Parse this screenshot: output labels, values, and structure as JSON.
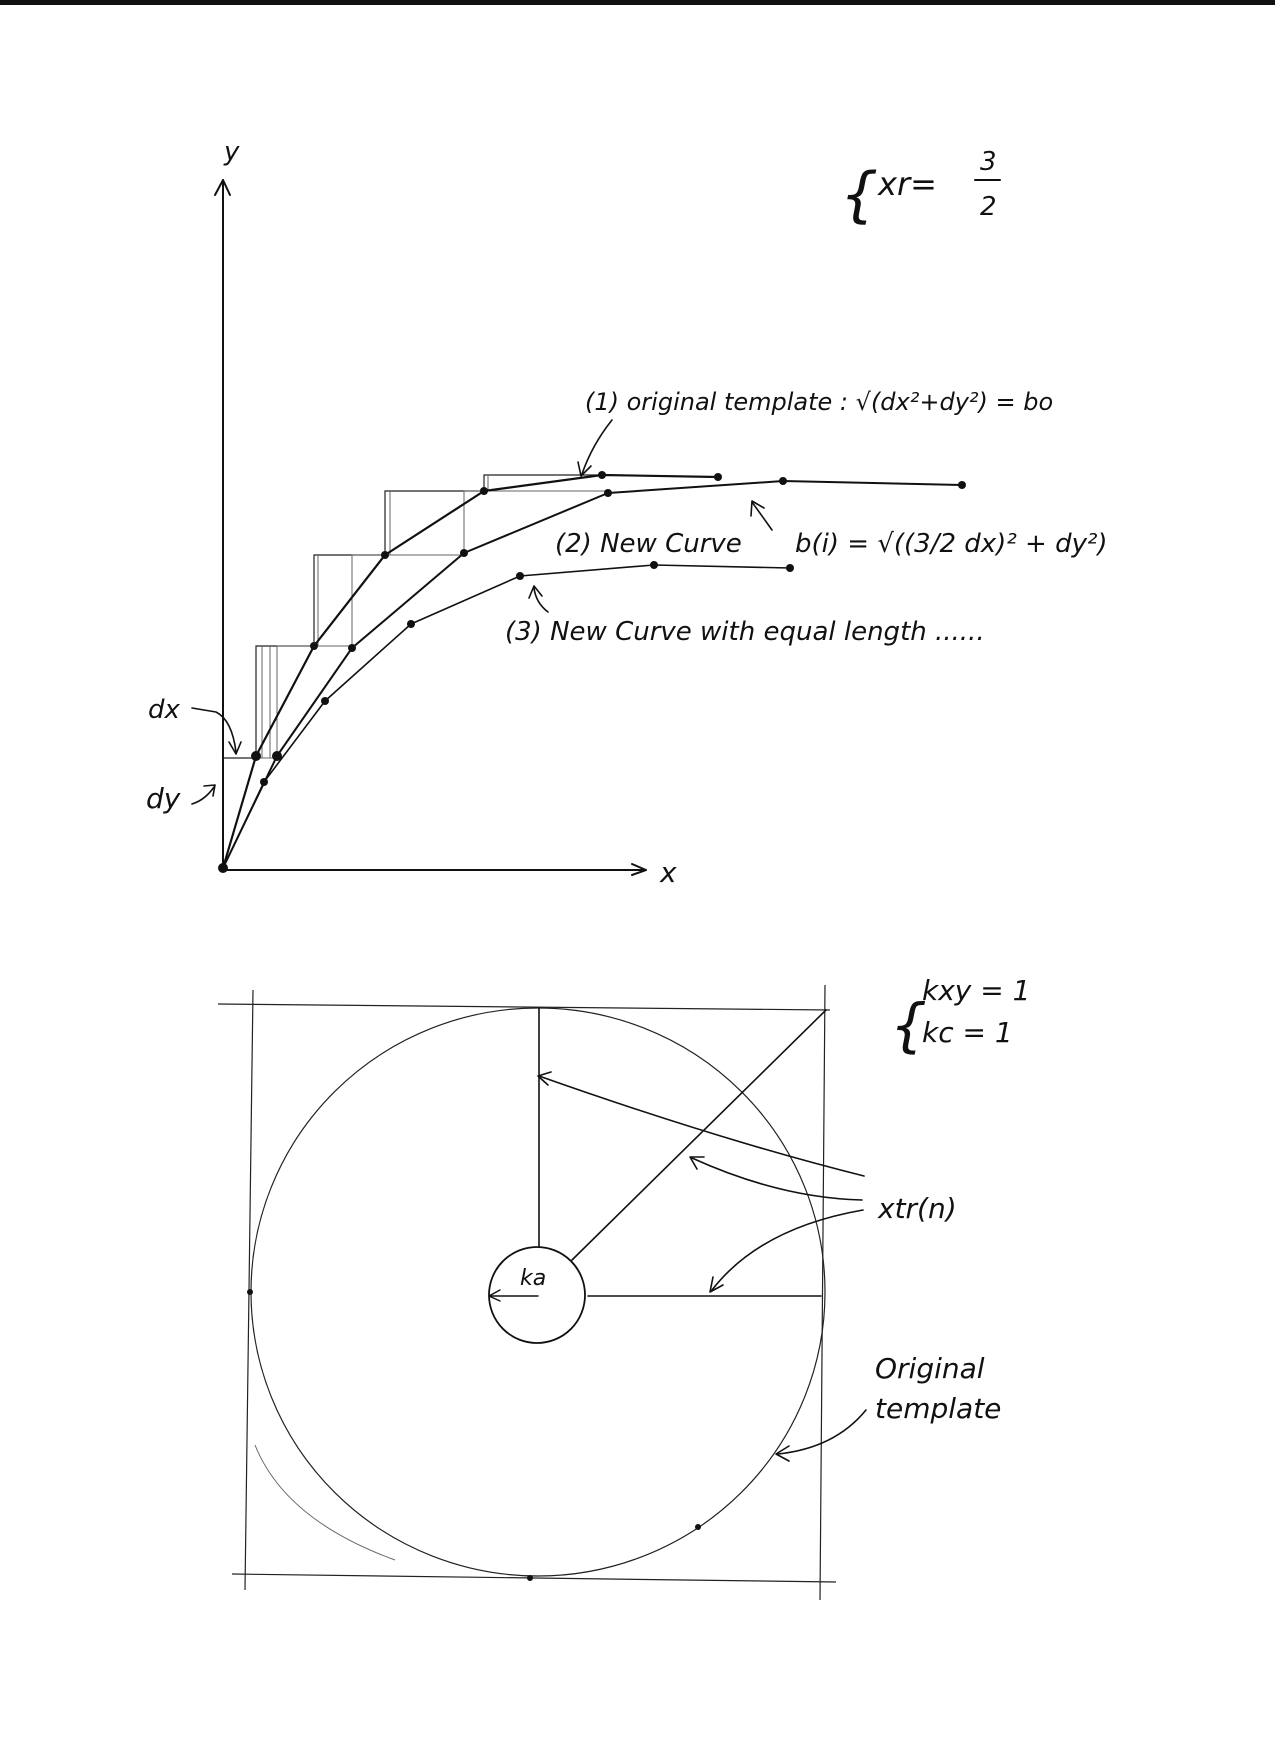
{
  "top_figure": {
    "axis_y_label": "y",
    "axis_x_label": "x",
    "ratio_line": "{ xr= 3/2",
    "ratio_lhs": "xr=",
    "ratio_num": "3",
    "ratio_den": "2",
    "label_dx": "dx",
    "label_dy": "dy",
    "curve1_label": "(1) original template : √(dx²+dy²) = bo",
    "curve2_label": "(2) New Curve",
    "curve2_formula": "b(i) = √((3/2 dx)² + dy²)",
    "curve3_label": "(3) New Curve with equal length ......"
  },
  "bottom_figure": {
    "constants_1": "kxy = 1",
    "constants_2": "kc  = 1",
    "inner_circle_label": "ka",
    "radius_label": "xtr(n)",
    "outer_circle_label_1": "Original",
    "outer_circle_label_2": "template"
  }
}
